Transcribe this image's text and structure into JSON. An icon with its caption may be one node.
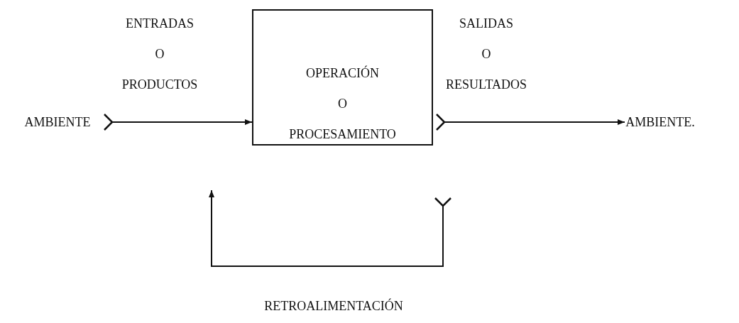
{
  "diagram": {
    "nodes": [
      {
        "text": [
          "AMBIENTE"
        ]
      },
      {
        "text": [
          "OPERACIÓN O PROCESAMIENTO"
        ]
      },
      {
        "text": [
          "AMBIENTE."
        ]
      }
    ],
    "edges": [
      {
        "from": 0,
        "to": 1,
        "arrow": "to",
        "label": "ENTRADAS O PRODUCTOS"
      },
      {
        "from": 1,
        "to": 2,
        "arrow": "to",
        "label": "SALIDAS O RESULTADOS"
      },
      {
        "from": null,
        "to": 1,
        "arrow": "to",
        "label": "RETROALIMENTACIÓN"
      }
    ]
  }
}
